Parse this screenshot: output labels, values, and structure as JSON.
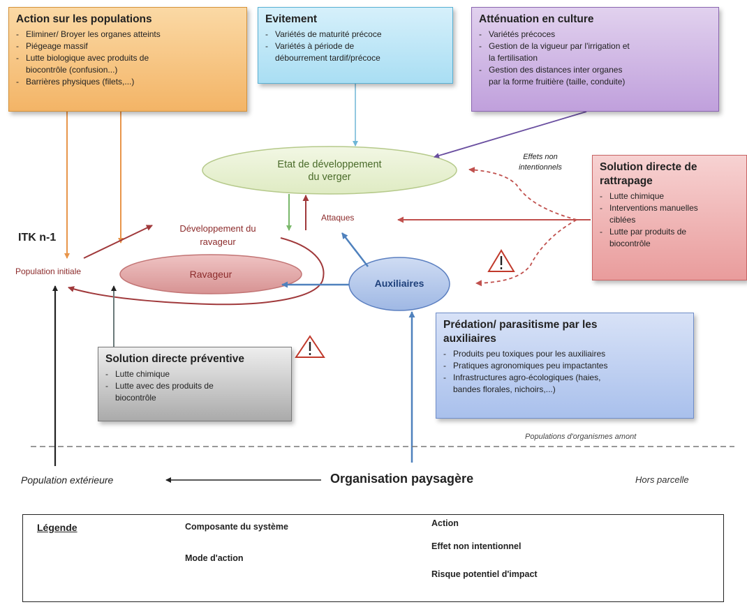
{
  "boxes": {
    "populations": {
      "title": "Action sur les populations",
      "items": [
        "Eliminer/ Broyer les organes atteints",
        "Piégeage massif",
        "Lutte biologique avec produits de",
        "biocontrôle (confusion...)",
        "Barrières physiques (filets,...)"
      ]
    },
    "evitement": {
      "title": "Evitement",
      "items": [
        "Variétés de maturité précoce",
        "Variétés à période de",
        "débourrement tardif/précoce"
      ]
    },
    "attenuation": {
      "title": "Atténuation en culture",
      "items": [
        "Variétés précoces",
        "Gestion de la vigueur par l'irrigation et",
        "la fertilisation",
        "Gestion des distances inter organes",
        "par la forme fruitière (taille, conduite)"
      ]
    },
    "rattrapage": {
      "title_line1": "Solution directe de",
      "title_line2": "rattrapage",
      "items": [
        "Lutte chimique",
        "Interventions manuelles",
        "ciblées",
        "Lutte par produits de",
        "biocontrôle"
      ]
    },
    "predation": {
      "title_line1": "Prédation/ parasitisme par les",
      "title_line2": "auxiliaires",
      "items": [
        "Produits peu toxiques pour les auxiliaires",
        "Pratiques agronomiques peu impactantes",
        "Infrastructures agro-écologiques (haies,",
        "bandes florales, nichoirs,...)"
      ]
    },
    "preventive": {
      "title": "Solution directe préventive",
      "items": [
        "Lutte chimique",
        "Lutte avec des produits de",
        "biocontrôle"
      ]
    }
  },
  "nodes": {
    "etat_line1": "Etat de développement",
    "etat_line2": "du verger",
    "ravageur": "Ravageur",
    "auxiliaires": "Auxiliaires"
  },
  "labels": {
    "itk": "ITK n-1",
    "population_initiale": "Population initiale",
    "developpement_line1": "Développement du",
    "developpement_line2": "ravageur",
    "attaques": "Attaques",
    "effets_line1": "Effets non",
    "effets_line2": "intentionnels",
    "populations_amont": "Populations d'organismes amont",
    "population_exterieure": "Population extérieure",
    "organisation": "Organisation paysagère",
    "hors_parcelle": "Hors parcelle"
  },
  "legend": {
    "title": "Légende",
    "composante": "Composante du système",
    "mode": "Mode d'action",
    "action": "Action",
    "effet": "Effet non intentionnel",
    "risque": "Risque potentiel d'impact"
  },
  "colors": {
    "orange_arrow": "#e8954a",
    "blue_arrow": "#4f81bd",
    "light_blue_arrow": "#6fb6d6",
    "purple_arrow": "#6a4fa0",
    "dark_red_arrow": "#a0393b",
    "red_arrow": "#c0504d",
    "green_arrow": "#79b86a",
    "warning_red": "#c0392b"
  }
}
